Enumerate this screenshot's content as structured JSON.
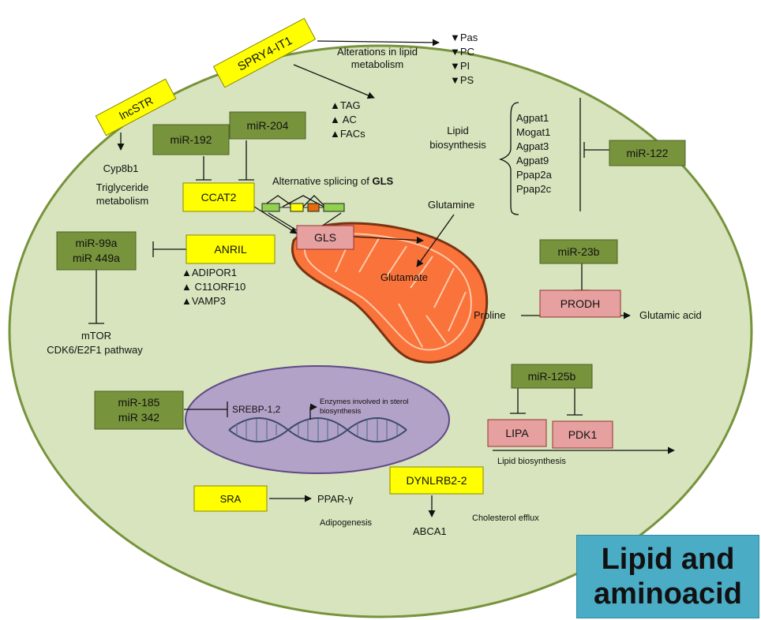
{
  "title": {
    "line1": "Lipid and",
    "line2": "aminoacid"
  },
  "lncrnas": {
    "spry4_it1": "SPRY4-IT1",
    "lncstr": "lncSTR",
    "ccat2": "CCAT2",
    "anril": "ANRIL",
    "sra": "SRA",
    "dynlrb2_2": "DYNLRB2-2"
  },
  "mirnas": {
    "mir192": "miR-192",
    "mir204": "miR-204",
    "mir122": "miR-122",
    "mir99a_line1": "miR-99a",
    "mir99a_line2": "miR 449a",
    "mir23b": "miR-23b",
    "mir125b": "miR-125b",
    "mir185_line1": "miR-185",
    "mir185_line2": "miR 342"
  },
  "genes": {
    "gls": "GLS",
    "prodh": "PRODH",
    "lipa": "LIPA",
    "pdk1": "PDK1"
  },
  "texts": {
    "alterations_line1": "Alterations in lipid",
    "alterations_line2": "metabolism",
    "pas": "▼Pas",
    "pc": "▼PC",
    "pi": "▼PI",
    "ps": "▼PS",
    "tag": "▲TAG",
    "ac": "▲ AC",
    "facs": "▲FACs",
    "cyp8b1": "Cyp8b1",
    "trig_line1": "Triglyceride",
    "trig_line2": "metabolism",
    "alt_splicing": "Alternative splicing of ",
    "alt_splicing_bold": "GLS",
    "lipid_bio_line1": "Lipid",
    "lipid_bio_line2": "biosynthesis",
    "agpat_genes": [
      "Agpat1",
      "Mogat1",
      "Agpat3",
      "Agpat9",
      "Ppap2a",
      "Ppap2c"
    ],
    "glutamine": "Glutamine",
    "glutamate": "Glutamate",
    "adipor1": "▲ADIPOR1",
    "c11orf10": "▲ C11ORF10",
    "vamp3": "▲VAMP3",
    "mtor": "mTOR",
    "cdk6": "CDK6/E2F1 pathway",
    "proline": "Proline",
    "glutamic_acid": "Glutamic acid",
    "srebp": "SREBP-1,2",
    "enzymes_line1": "Enzymes involved in sterol",
    "enzymes_line2": "biosynthesis",
    "lipid_bio_bottom": "Lipid biosynthesis",
    "pparg": "PPAR-γ",
    "adipogenesis": "Adipogenesis",
    "abca1": "ABCA1",
    "chol_efflux": "Cholesterol efflux"
  },
  "colors": {
    "cell": "#d7e4bd",
    "cell_border": "#77933c",
    "lncrna_box": "#ffff00",
    "mirna_box": "#77933c",
    "gene_box": "#e6a0a0",
    "mito": "#f9733a",
    "nucleus": "#b3a2c7",
    "title_box": "#4bacc6"
  }
}
